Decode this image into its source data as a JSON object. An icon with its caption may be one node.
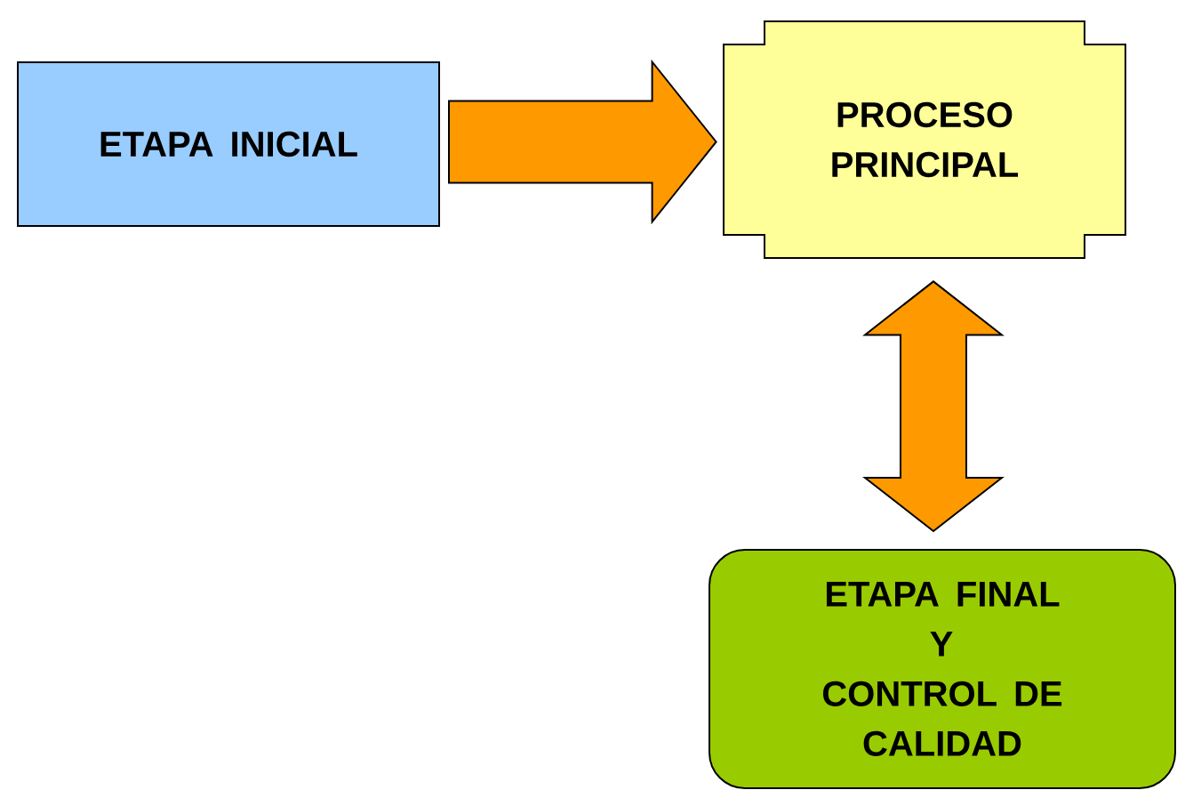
{
  "diagram": {
    "nodes": [
      {
        "text": [
          "ETAPA INICIAL"
        ]
      },
      {
        "text": [
          "PROCESO PRINCIPAL"
        ]
      },
      {
        "text": [
          "ETAPA FINAL Y CONTROL DE CALIDAD"
        ]
      }
    ],
    "edges": [
      {
        "from": 0,
        "to": 1,
        "arrow": "to"
      },
      {
        "from": 1,
        "to": 2,
        "arrow": "both"
      }
    ]
  }
}
